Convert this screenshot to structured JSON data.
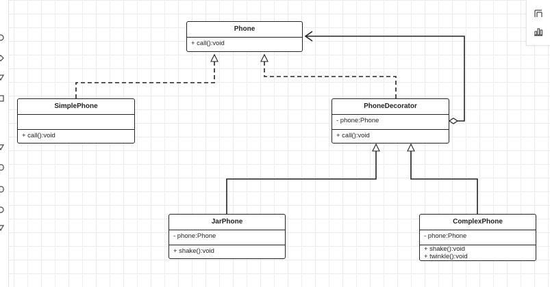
{
  "diagram": {
    "classes": {
      "phone": {
        "name": "Phone",
        "attributes": [],
        "methods": [
          "+ call():void"
        ]
      },
      "simple_phone": {
        "name": "SimplePhone",
        "attributes": [
          ""
        ],
        "methods": [
          "+ call():void"
        ]
      },
      "phone_decorator": {
        "name": "PhoneDecorator",
        "attributes": [
          "- phone:Phone"
        ],
        "methods": [
          "+ call():void"
        ]
      },
      "jar_phone": {
        "name": "JarPhone",
        "attributes": [
          "- phone:Phone"
        ],
        "methods": [
          "+ shake():void"
        ]
      },
      "complex_phone": {
        "name": "ComplexPhone",
        "attributes": [
          "- phone:Phone"
        ],
        "methods": [
          "+ shake():void",
          "+ twinkle():void"
        ]
      }
    },
    "relations": [
      {
        "from": "simple_phone",
        "to": "phone",
        "type": "realization"
      },
      {
        "from": "phone_decorator",
        "to": "phone",
        "type": "realization"
      },
      {
        "from": "phone_decorator",
        "to": "phone",
        "type": "aggregation"
      },
      {
        "from": "jar_phone",
        "to": "phone_decorator",
        "type": "generalization"
      },
      {
        "from": "complex_phone",
        "to": "phone_decorator",
        "type": "generalization"
      }
    ]
  },
  "ui": {
    "left_toolbar_icons": [
      "circle-icon",
      "diamond-icon",
      "triangle-icon",
      "square-icon",
      "triangle-icon",
      "cylinder-icon",
      "cylinder-icon",
      "circle-icon",
      "triangle-icon"
    ],
    "right_panel_icons": [
      "format-icon",
      "chart-icon"
    ]
  }
}
